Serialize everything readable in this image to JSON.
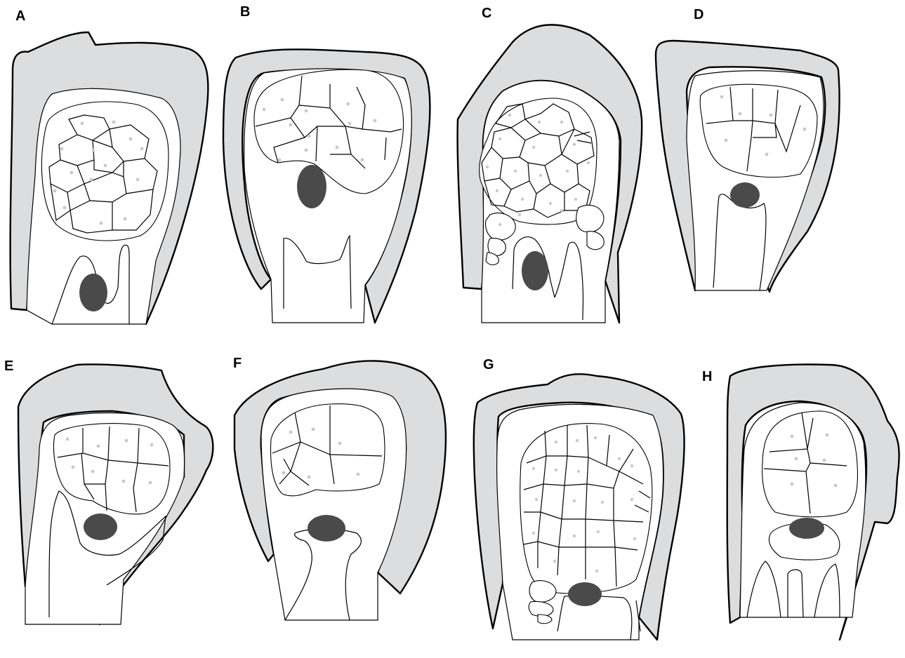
{
  "figure": {
    "panels": [
      {
        "id": "A",
        "label": "A"
      },
      {
        "id": "B",
        "label": "B"
      },
      {
        "id": "C",
        "label": "C"
      },
      {
        "id": "D",
        "label": "D"
      },
      {
        "id": "E",
        "label": "E"
      },
      {
        "id": "F",
        "label": "F"
      },
      {
        "id": "G",
        "label": "G"
      },
      {
        "id": "H",
        "label": "H"
      }
    ],
    "colors": {
      "outer_wall": "#dcddde",
      "cell_fill": "#ffffff",
      "dark_body": "#4a4a4a",
      "nucleus_dot": "#c8c9ca",
      "outline": "#000000"
    }
  }
}
